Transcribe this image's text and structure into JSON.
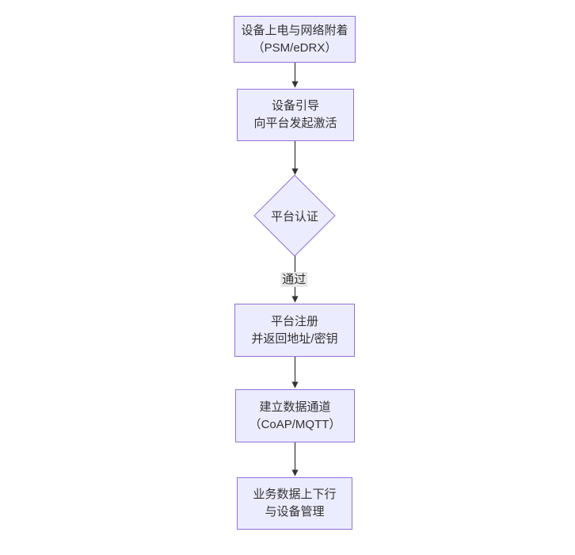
{
  "diagram": {
    "type": "flowchart-vertical",
    "nodes": [
      {
        "id": "power-attach",
        "shape": "rect",
        "lines": [
          "设备上电与网络附着",
          "（PSM/eDRX）"
        ]
      },
      {
        "id": "bootstrap",
        "shape": "rect",
        "lines": [
          "设备引导",
          "向平台发起激活"
        ]
      },
      {
        "id": "auth",
        "shape": "diamond",
        "lines": [
          "平台认证"
        ]
      },
      {
        "id": "register",
        "shape": "rect",
        "lines": [
          "平台注册",
          "并返回地址/密钥"
        ]
      },
      {
        "id": "channel",
        "shape": "rect",
        "lines": [
          "建立数据通道",
          "（CoAP/MQTT）"
        ]
      },
      {
        "id": "business",
        "shape": "rect",
        "lines": [
          "业务数据上下行",
          "与设备管理"
        ]
      }
    ],
    "edges": [
      {
        "from": "power-attach",
        "to": "bootstrap",
        "label": ""
      },
      {
        "from": "bootstrap",
        "to": "auth",
        "label": ""
      },
      {
        "from": "auth",
        "to": "register",
        "label": "通过"
      },
      {
        "from": "register",
        "to": "channel",
        "label": ""
      },
      {
        "from": "channel",
        "to": "business",
        "label": ""
      }
    ]
  },
  "colors": {
    "background": "#ffffff",
    "node_fill": "#ECECFF",
    "node_border": "#9370DB",
    "arrow": "#333333",
    "edge_label_bg": "#e8e8e8",
    "text": "#333333"
  }
}
